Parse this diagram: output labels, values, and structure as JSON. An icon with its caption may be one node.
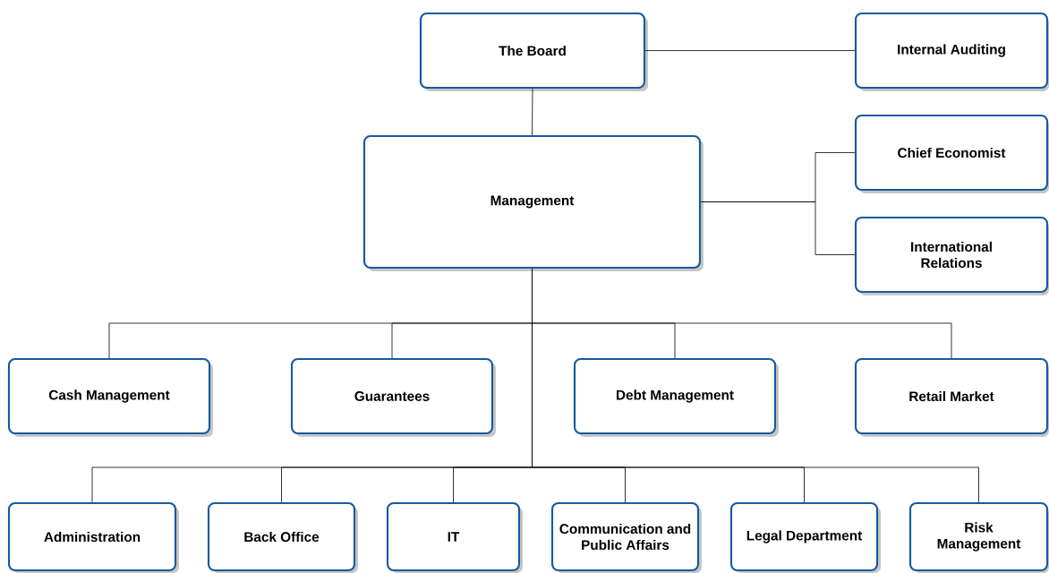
{
  "diagram": {
    "nodes": [
      {
        "text": [
          "The Board"
        ]
      },
      {
        "text": [
          "Internal Auditing"
        ]
      },
      {
        "text": [
          "Management"
        ]
      },
      {
        "text": [
          "Chief Economist"
        ]
      },
      {
        "text": [
          "International Relations"
        ]
      },
      {
        "text": [
          "Cash Management"
        ]
      },
      {
        "text": [
          "Guarantees"
        ]
      },
      {
        "text": [
          "Debt Management"
        ]
      },
      {
        "text": [
          "Retail Market"
        ]
      },
      {
        "text": [
          "Administration"
        ]
      },
      {
        "text": [
          "Back Office"
        ]
      },
      {
        "text": [
          "IT"
        ]
      },
      {
        "text": [
          "Communication and Public Affairs"
        ]
      },
      {
        "text": [
          "Legal Department"
        ]
      },
      {
        "text": [
          "Risk Management"
        ]
      }
    ],
    "edges": [
      {
        "from": 0,
        "to": 1,
        "arrow": "none"
      },
      {
        "from": 0,
        "to": 2,
        "arrow": "none"
      },
      {
        "from": 2,
        "to": 3,
        "arrow": "none"
      },
      {
        "from": 2,
        "to": 4,
        "arrow": "none"
      },
      {
        "from": 2,
        "to": 5,
        "arrow": "none"
      },
      {
        "from": 2,
        "to": 6,
        "arrow": "none"
      },
      {
        "from": 2,
        "to": 7,
        "arrow": "none"
      },
      {
        "from": 2,
        "to": 8,
        "arrow": "none"
      },
      {
        "from": 2,
        "to": 9,
        "arrow": "none"
      },
      {
        "from": 2,
        "to": 10,
        "arrow": "none"
      },
      {
        "from": 2,
        "to": 11,
        "arrow": "none"
      },
      {
        "from": 2,
        "to": 12,
        "arrow": "none"
      },
      {
        "from": 2,
        "to": 13,
        "arrow": "none"
      },
      {
        "from": 2,
        "to": 14,
        "arrow": "none"
      }
    ]
  }
}
